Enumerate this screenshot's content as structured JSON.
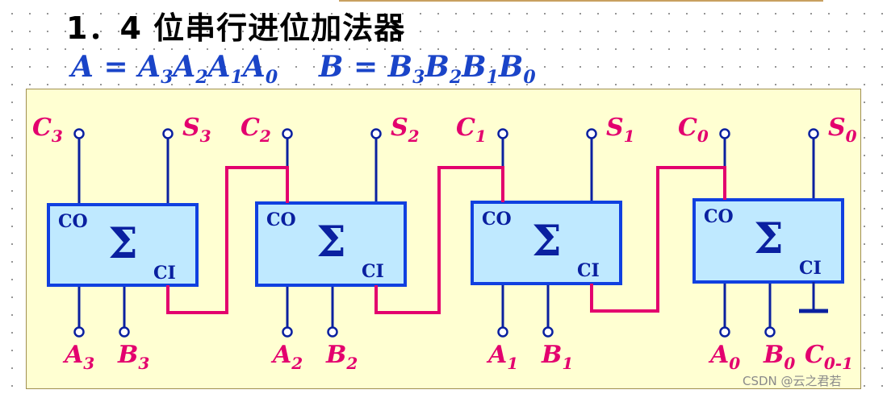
{
  "title": "1．4 位串行进位加法器",
  "formula_a": {
    "lhs": "A",
    "eq": " = ",
    "terms": [
      [
        "A",
        "3"
      ],
      [
        "A",
        "2"
      ],
      [
        "A",
        "1"
      ],
      [
        "A",
        "0"
      ]
    ]
  },
  "formula_b": {
    "lhs": "B",
    "eq": " = ",
    "terms": [
      [
        "B",
        "3"
      ],
      [
        "B",
        "2"
      ],
      [
        "B",
        "1"
      ],
      [
        "B",
        "0"
      ]
    ]
  },
  "box_labels": {
    "carry_out": "CO",
    "carry_in": "CI",
    "sum_symbol": "Σ"
  },
  "adders": [
    {
      "carry": [
        "C",
        "3"
      ],
      "sum": [
        "S",
        "3"
      ],
      "a": [
        "A",
        "3"
      ],
      "b": [
        "B",
        "3"
      ]
    },
    {
      "carry": [
        "C",
        "2"
      ],
      "sum": [
        "S",
        "2"
      ],
      "a": [
        "A",
        "2"
      ],
      "b": [
        "B",
        "2"
      ]
    },
    {
      "carry": [
        "C",
        "1"
      ],
      "sum": [
        "S",
        "1"
      ],
      "a": [
        "A",
        "1"
      ],
      "b": [
        "B",
        "1"
      ]
    },
    {
      "carry": [
        "C",
        "0"
      ],
      "sum": [
        "S",
        "0"
      ],
      "a": [
        "A",
        "0"
      ],
      "b": [
        "B",
        "0"
      ]
    }
  ],
  "carry_in_label": [
    "C",
    "0-1"
  ],
  "watermark": "CSDN @云之君若",
  "colors": {
    "wire": "#0a20a0",
    "carry_wire": "#e3006e",
    "box_fill": "#bfe9ff",
    "box_border": "#1040e0",
    "label": "#e3006e",
    "formula": "#1a44c8"
  }
}
